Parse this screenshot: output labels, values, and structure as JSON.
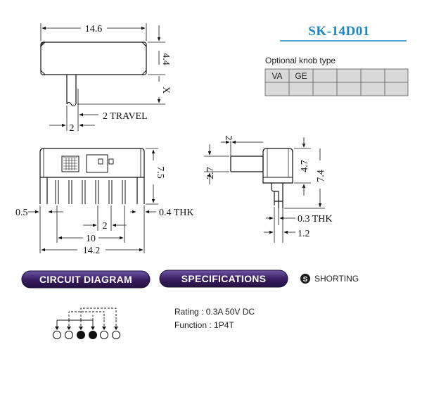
{
  "title": "SK-14D01",
  "knob": {
    "heading": "Optional knob type",
    "types": [
      "VA",
      "GE"
    ]
  },
  "top_view": {
    "width": "14.6",
    "height": "4.4",
    "x": "X",
    "travel": "2 TRAVEL",
    "travel_gap": "2"
  },
  "front_view": {
    "height": "7.5",
    "pin_thickness": "0.5",
    "thk": "0.4  THK",
    "pitch": "2",
    "span": "10",
    "total": "14.2"
  },
  "side_view": {
    "knob_len": "2",
    "knob_h": "2.7",
    "body_h": "4.7",
    "total_h": "7.4",
    "thk": "0.3  THK",
    "lead": "1.2"
  },
  "sections": {
    "circuit": "CIRCUIT DIAGRAM",
    "specs": "SPECIFICATIONS",
    "shorting_symbol": "S",
    "shorting": "SHORTING"
  },
  "specifications": {
    "rating": "Rating : 0.3A 50V DC",
    "function": "Function : 1P4T"
  },
  "circuit": {
    "terminals": [
      false,
      false,
      true,
      true,
      false,
      false
    ]
  },
  "colors": {
    "title": "#1b86c4",
    "pill": "#3a1f63",
    "line": "#111111"
  }
}
